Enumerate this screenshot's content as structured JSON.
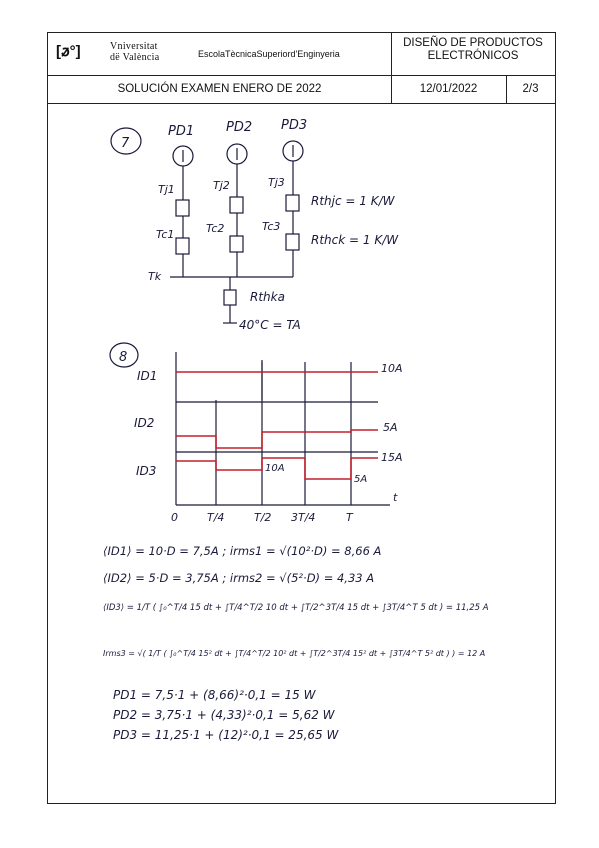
{
  "header": {
    "logo_text": "[ꬿ°]",
    "university_line1": "Vniversitat",
    "university_line2": "dë València",
    "school": "EscolaTècnicaSuperiord'Enginyeria",
    "course_line1": "DISEÑO DE PRODUCTOS",
    "course_line2": "ELECTRÓNICOS",
    "exam_title": "SOLUCIÓN EXAMEN ENERO DE 2022",
    "date": "12/01/2022",
    "page": "2/3"
  },
  "problem7": {
    "number": "7",
    "sources": [
      "PD1",
      "PD2",
      "PD3"
    ],
    "junctions": [
      "Tj1",
      "Tj2",
      "Tj3"
    ],
    "cases": [
      "Tc1",
      "Tc2",
      "Tc3"
    ],
    "heatsink_node": "Tk",
    "rth_jc": "Rthjc = 1 K/W",
    "rth_ck": "Rthck = 1 K/W",
    "rth_ka": "Rthka",
    "ambient": "40°C = TA"
  },
  "problem8": {
    "number": "8",
    "signals": [
      "ID1",
      "ID2",
      "ID3"
    ],
    "levels": [
      "10A",
      "5A",
      "15A",
      "10A",
      "5A"
    ],
    "x_ticks": [
      "0",
      "T/4",
      "T/2",
      "3T/4",
      "T"
    ],
    "x_axis": "t"
  },
  "equations": {
    "l1": "⟨ID1⟩ = 10·D = 7,5A ;   irms1 = √(10²·D) = 8,66 A",
    "l2": "⟨ID2⟩ = 5·D = 3,75A ;   irms2 = √(5²·D) = 4,33 A",
    "l3": "⟨ID3⟩ = 1/T ( ∫₀^T/4 15 dt + ∫T/4^T/2 10 dt + ∫T/2^3T/4 15 dt + ∫3T/4^T 5 dt ) = 11,25 A",
    "l4": "Irms3 = √( 1/T ( ∫₀^T/4 15² dt + ∫T/4^T/2 10² dt + ∫T/2^3T/4 15² dt + ∫3T/4^T 5² dt ) ) = 12 A",
    "p1": "PD1 = 7,5·1 + (8,66)²·0,1 = 15 W",
    "p2": "PD2 = 3,75·1 + (4,33)²·0,1 = 5,62 W",
    "p3": "PD3 = 11,25·1 + (12)²·0,1 = 25,65 W"
  }
}
